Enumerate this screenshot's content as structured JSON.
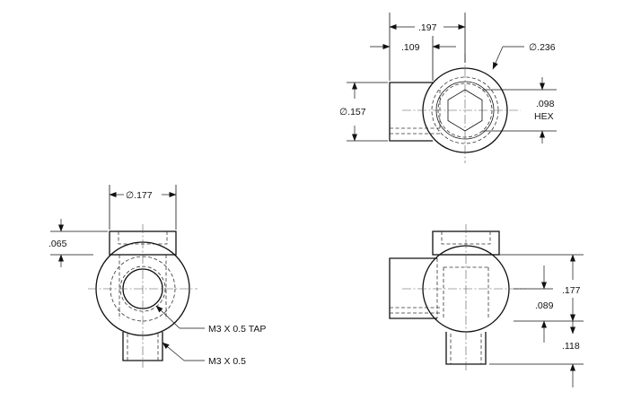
{
  "dimensions": {
    "top_width": ".197",
    "top_offset": ".109",
    "top_diameter": "∅.236",
    "top_height": "∅.157",
    "hex_size": ".098",
    "hex_label": "HEX",
    "front_diameter": "∅.177",
    "front_height": ".065",
    "right_height": ".177",
    "right_center": ".089",
    "right_bottom": ".118"
  },
  "callouts": {
    "tap": "M3 X 0.5 TAP",
    "thread": "M3 X 0.5"
  }
}
